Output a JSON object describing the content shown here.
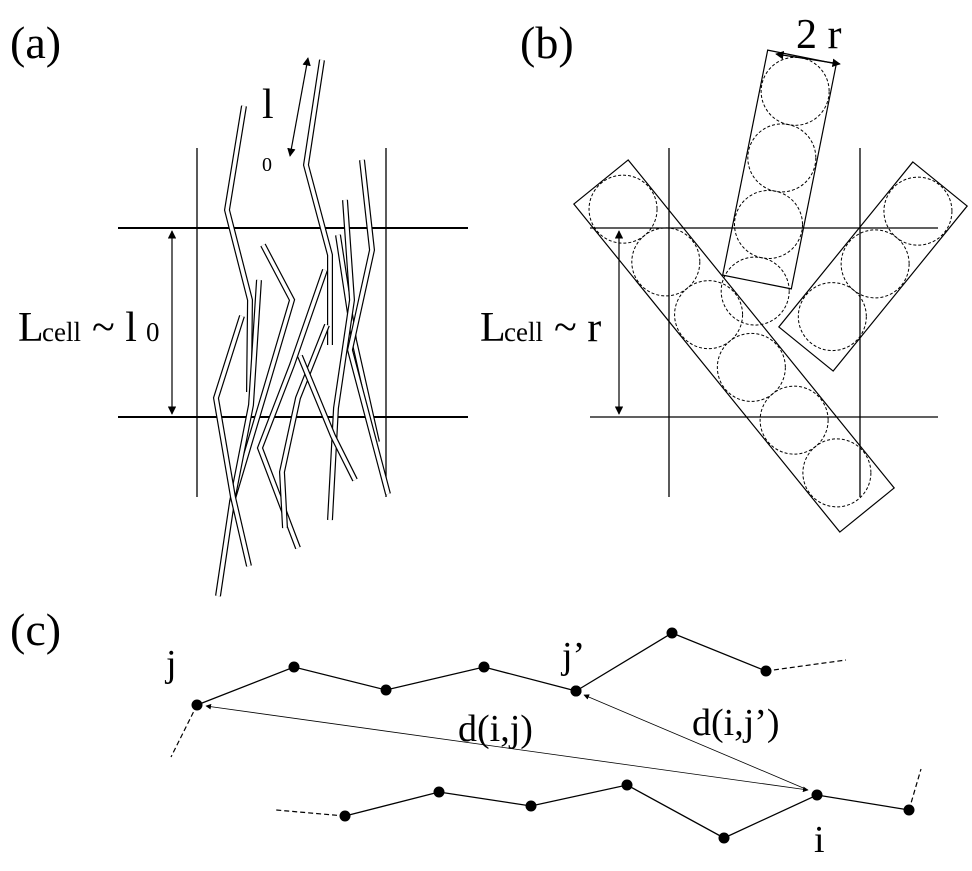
{
  "panels": {
    "a": "(a)",
    "b": "(b)",
    "c": "(c)"
  },
  "panel_a": {
    "bond_label_main": "l",
    "bond_label_sub": "0",
    "cell_label_main": "L",
    "cell_label_sub": "cell",
    "cell_label_rel": "~ l",
    "cell_label_rel_sub": "0"
  },
  "panel_b": {
    "diameter_label": "2 r",
    "cell_label_main": "L",
    "cell_label_sub": "cell",
    "cell_label_rel": "~ r"
  },
  "panel_c": {
    "node_j": "j",
    "node_j_prime": "j’",
    "node_i": "i",
    "dist_ij": "d(i,j)",
    "dist_ij_prime": "d(i,j’)"
  }
}
